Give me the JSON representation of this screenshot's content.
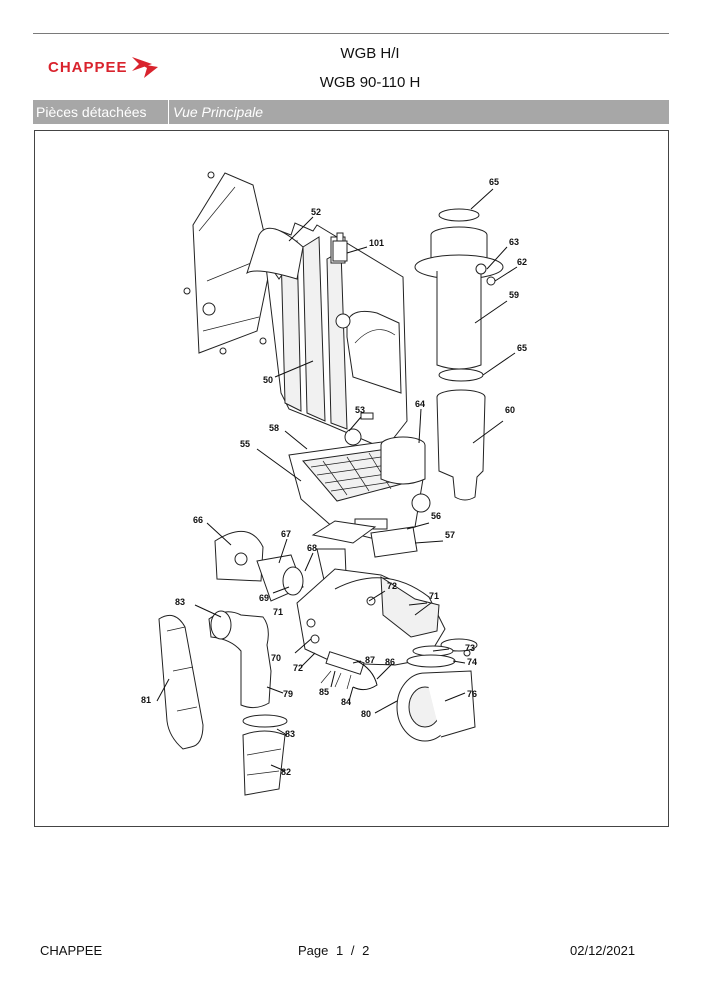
{
  "header": {
    "brand": "CHAPPEE",
    "title_line1": "WGB H/I",
    "title_line2": "WGB 90-110 H"
  },
  "bar": {
    "section": "Pièces détachées",
    "view": "Vue Principale"
  },
  "diagram": {
    "labels": [
      "65",
      "52",
      "101",
      "63",
      "62",
      "59",
      "65",
      "50",
      "53",
      "64",
      "60",
      "58",
      "55",
      "56",
      "57",
      "66",
      "67",
      "68",
      "69",
      "72",
      "71",
      "71",
      "83",
      "73",
      "70",
      "87",
      "86",
      "74",
      "72",
      "85",
      "76",
      "81",
      "79",
      "84",
      "80",
      "83",
      "82"
    ]
  },
  "footer": {
    "company": "CHAPPEE",
    "page_label": "Page",
    "page_current": "1",
    "page_sep": "/",
    "page_total": "2",
    "date": "02/12/2021"
  },
  "colors": {
    "brand_red": "#d9232d",
    "bar_gray": "#a7a7a7"
  }
}
